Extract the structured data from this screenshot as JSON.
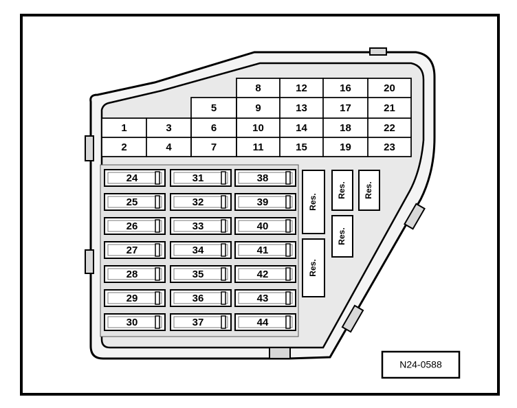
{
  "small_fuses": {
    "row1": [
      "8",
      "12",
      "16",
      "20"
    ],
    "row2": [
      "5",
      "9",
      "13",
      "17",
      "21"
    ],
    "row3": [
      "1",
      "3",
      "6",
      "10",
      "14",
      "18",
      "22"
    ],
    "row4": [
      "2",
      "4",
      "7",
      "11",
      "15",
      "19",
      "23"
    ]
  },
  "large_fuses": {
    "col1": [
      "24",
      "25",
      "26",
      "27",
      "28",
      "29",
      "30"
    ],
    "col2": [
      "31",
      "32",
      "33",
      "34",
      "35",
      "36",
      "37"
    ],
    "col3": [
      "38",
      "39",
      "40",
      "41",
      "42",
      "43",
      "44"
    ]
  },
  "reserve_label": "Res.",
  "reference_code": "N24-0588"
}
